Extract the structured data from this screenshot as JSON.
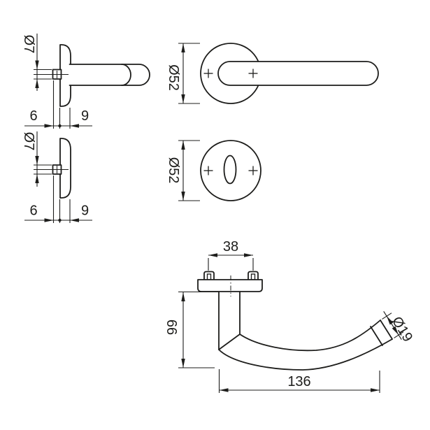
{
  "colors": {
    "ink": "#1d1d1b",
    "paper": "#ffffff"
  },
  "dimensions": {
    "lever_side": {
      "spindle_dia": "Ø7",
      "gap": "6",
      "thickness": "9"
    },
    "lever_front": {
      "rose_dia": "Ø52"
    },
    "key_side": {
      "spindle_dia": "Ø7",
      "gap": "6",
      "thickness": "9"
    },
    "key_front": {
      "rose_dia": "Ø52"
    },
    "top_view": {
      "screw_spacing": "38",
      "height": "66",
      "grip_dia": "Ø19",
      "length": "136"
    }
  }
}
